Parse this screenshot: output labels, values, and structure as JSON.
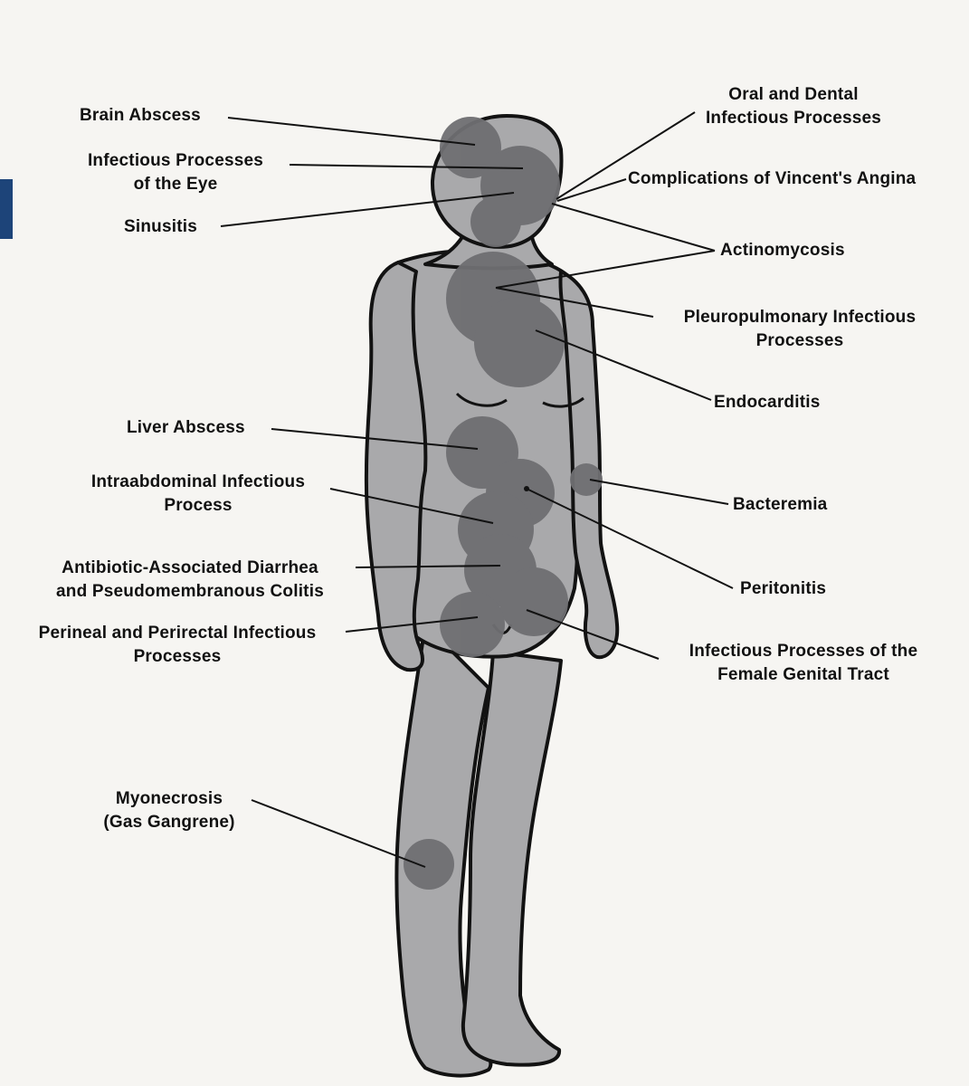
{
  "labels": {
    "brain_abscess": [
      "Brain Abscess"
    ],
    "eye": [
      "Infectious Processes",
      "of the Eye"
    ],
    "sinusitis": [
      "Sinusitis"
    ],
    "oral_dental": [
      "Oral and Dental",
      "Infectious Processes"
    ],
    "vincent": [
      "Complications of Vincent's Angina"
    ],
    "actinomycosis": [
      "Actinomycosis"
    ],
    "pleuropulmonary": [
      "Pleuropulmonary Infectious",
      "Processes"
    ],
    "endocarditis": [
      "Endocarditis"
    ],
    "liver_abscess": [
      "Liver Abscess"
    ],
    "intraabdominal": [
      "Intraabdominal Infectious",
      "Process"
    ],
    "bacteremia": [
      "Bacteremia"
    ],
    "antibiotic_diarrhea": [
      "Antibiotic-Associated Diarrhea",
      "and Pseudomembranous Colitis"
    ],
    "peritonitis": [
      "Peritonitis"
    ],
    "perineal": [
      "Perineal and Perirectal Infectious",
      "Processes"
    ],
    "female_genital": [
      "Infectious Processes of the",
      "Female Genital Tract"
    ],
    "myonecrosis": [
      "Myonecrosis",
      "(Gas Gangrene)"
    ]
  },
  "colors": {
    "background": "#f6f5f2",
    "body": "#a9a9ab",
    "infection_site": "#6f6f72",
    "outline": "#121212",
    "edge_tab": "#1d4479"
  }
}
